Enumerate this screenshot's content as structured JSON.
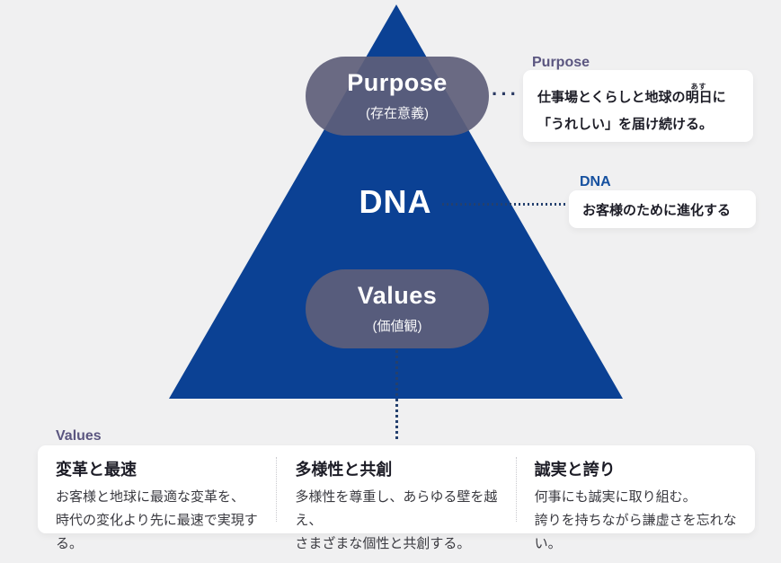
{
  "colors": {
    "background": "#f0f0f1",
    "triangle_blue": "#0b4194",
    "pill_overlay": "rgba(94,94,122,0.92)",
    "purple_label": "#5b5680",
    "blue_label": "#15509f",
    "dotted_line": "#24406e",
    "card_background": "#ffffff",
    "card_text": "#1c1c26"
  },
  "pyramid": {
    "purpose_pill": {
      "title": "Purpose",
      "subtitle": "(存在意義)"
    },
    "dna_heading": "DNA",
    "values_pill": {
      "title": "Values",
      "subtitle": "(価値観)"
    }
  },
  "connector": {
    "ellipsis": "···"
  },
  "purpose_annotation": {
    "label": "Purpose",
    "line1_prefix": "仕事場とくらしと地球の",
    "ruby_base": "明日",
    "ruby_text": "あす",
    "line1_suffix": "に",
    "line2": "「うれしい」を届け続ける。"
  },
  "dna_annotation": {
    "label": "DNA",
    "text": "お客様のために進化する"
  },
  "values_section": {
    "label": "Values",
    "items": [
      {
        "title": "変革と最速",
        "line1": "お客様と地球に最適な変革を、",
        "line2": "時代の変化より先に最速で実現する。"
      },
      {
        "title": "多様性と共創",
        "line1": "多様性を尊重し、あらゆる壁を越え、",
        "line2": "さまざまな個性と共創する。"
      },
      {
        "title": "誠実と誇り",
        "line1": "何事にも誠実に取り組む。",
        "line2": "誇りを持ちながら謙虚さを忘れない。"
      }
    ]
  }
}
